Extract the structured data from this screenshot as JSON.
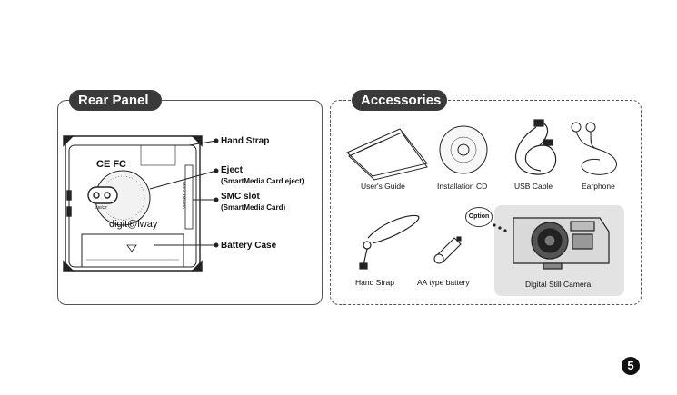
{
  "rear_panel": {
    "title": "Rear Panel",
    "brand": "digit@lway",
    "fc_mark": "CE FC",
    "eject_small": "EJECT",
    "side_text": "SMARTMEDIA",
    "callouts": {
      "hand_strap": "Hand Strap",
      "eject_title": "Eject",
      "eject_sub": "(SmartMedia Card eject)",
      "smc_title": "SMC slot",
      "smc_sub": "(SmartMedia Card)",
      "battery": "Battery Case"
    }
  },
  "accessories": {
    "title": "Accessories",
    "items": {
      "users_guide": "User's Guide",
      "installation_cd": "Installation CD",
      "usb_cable": "USB Cable",
      "earphone": "Earphone",
      "hand_strap": "Hand Strap",
      "aa_battery": "AA type battery",
      "camera": "Digital Still Camera"
    },
    "option_badge": "Option"
  },
  "page_number": "5"
}
